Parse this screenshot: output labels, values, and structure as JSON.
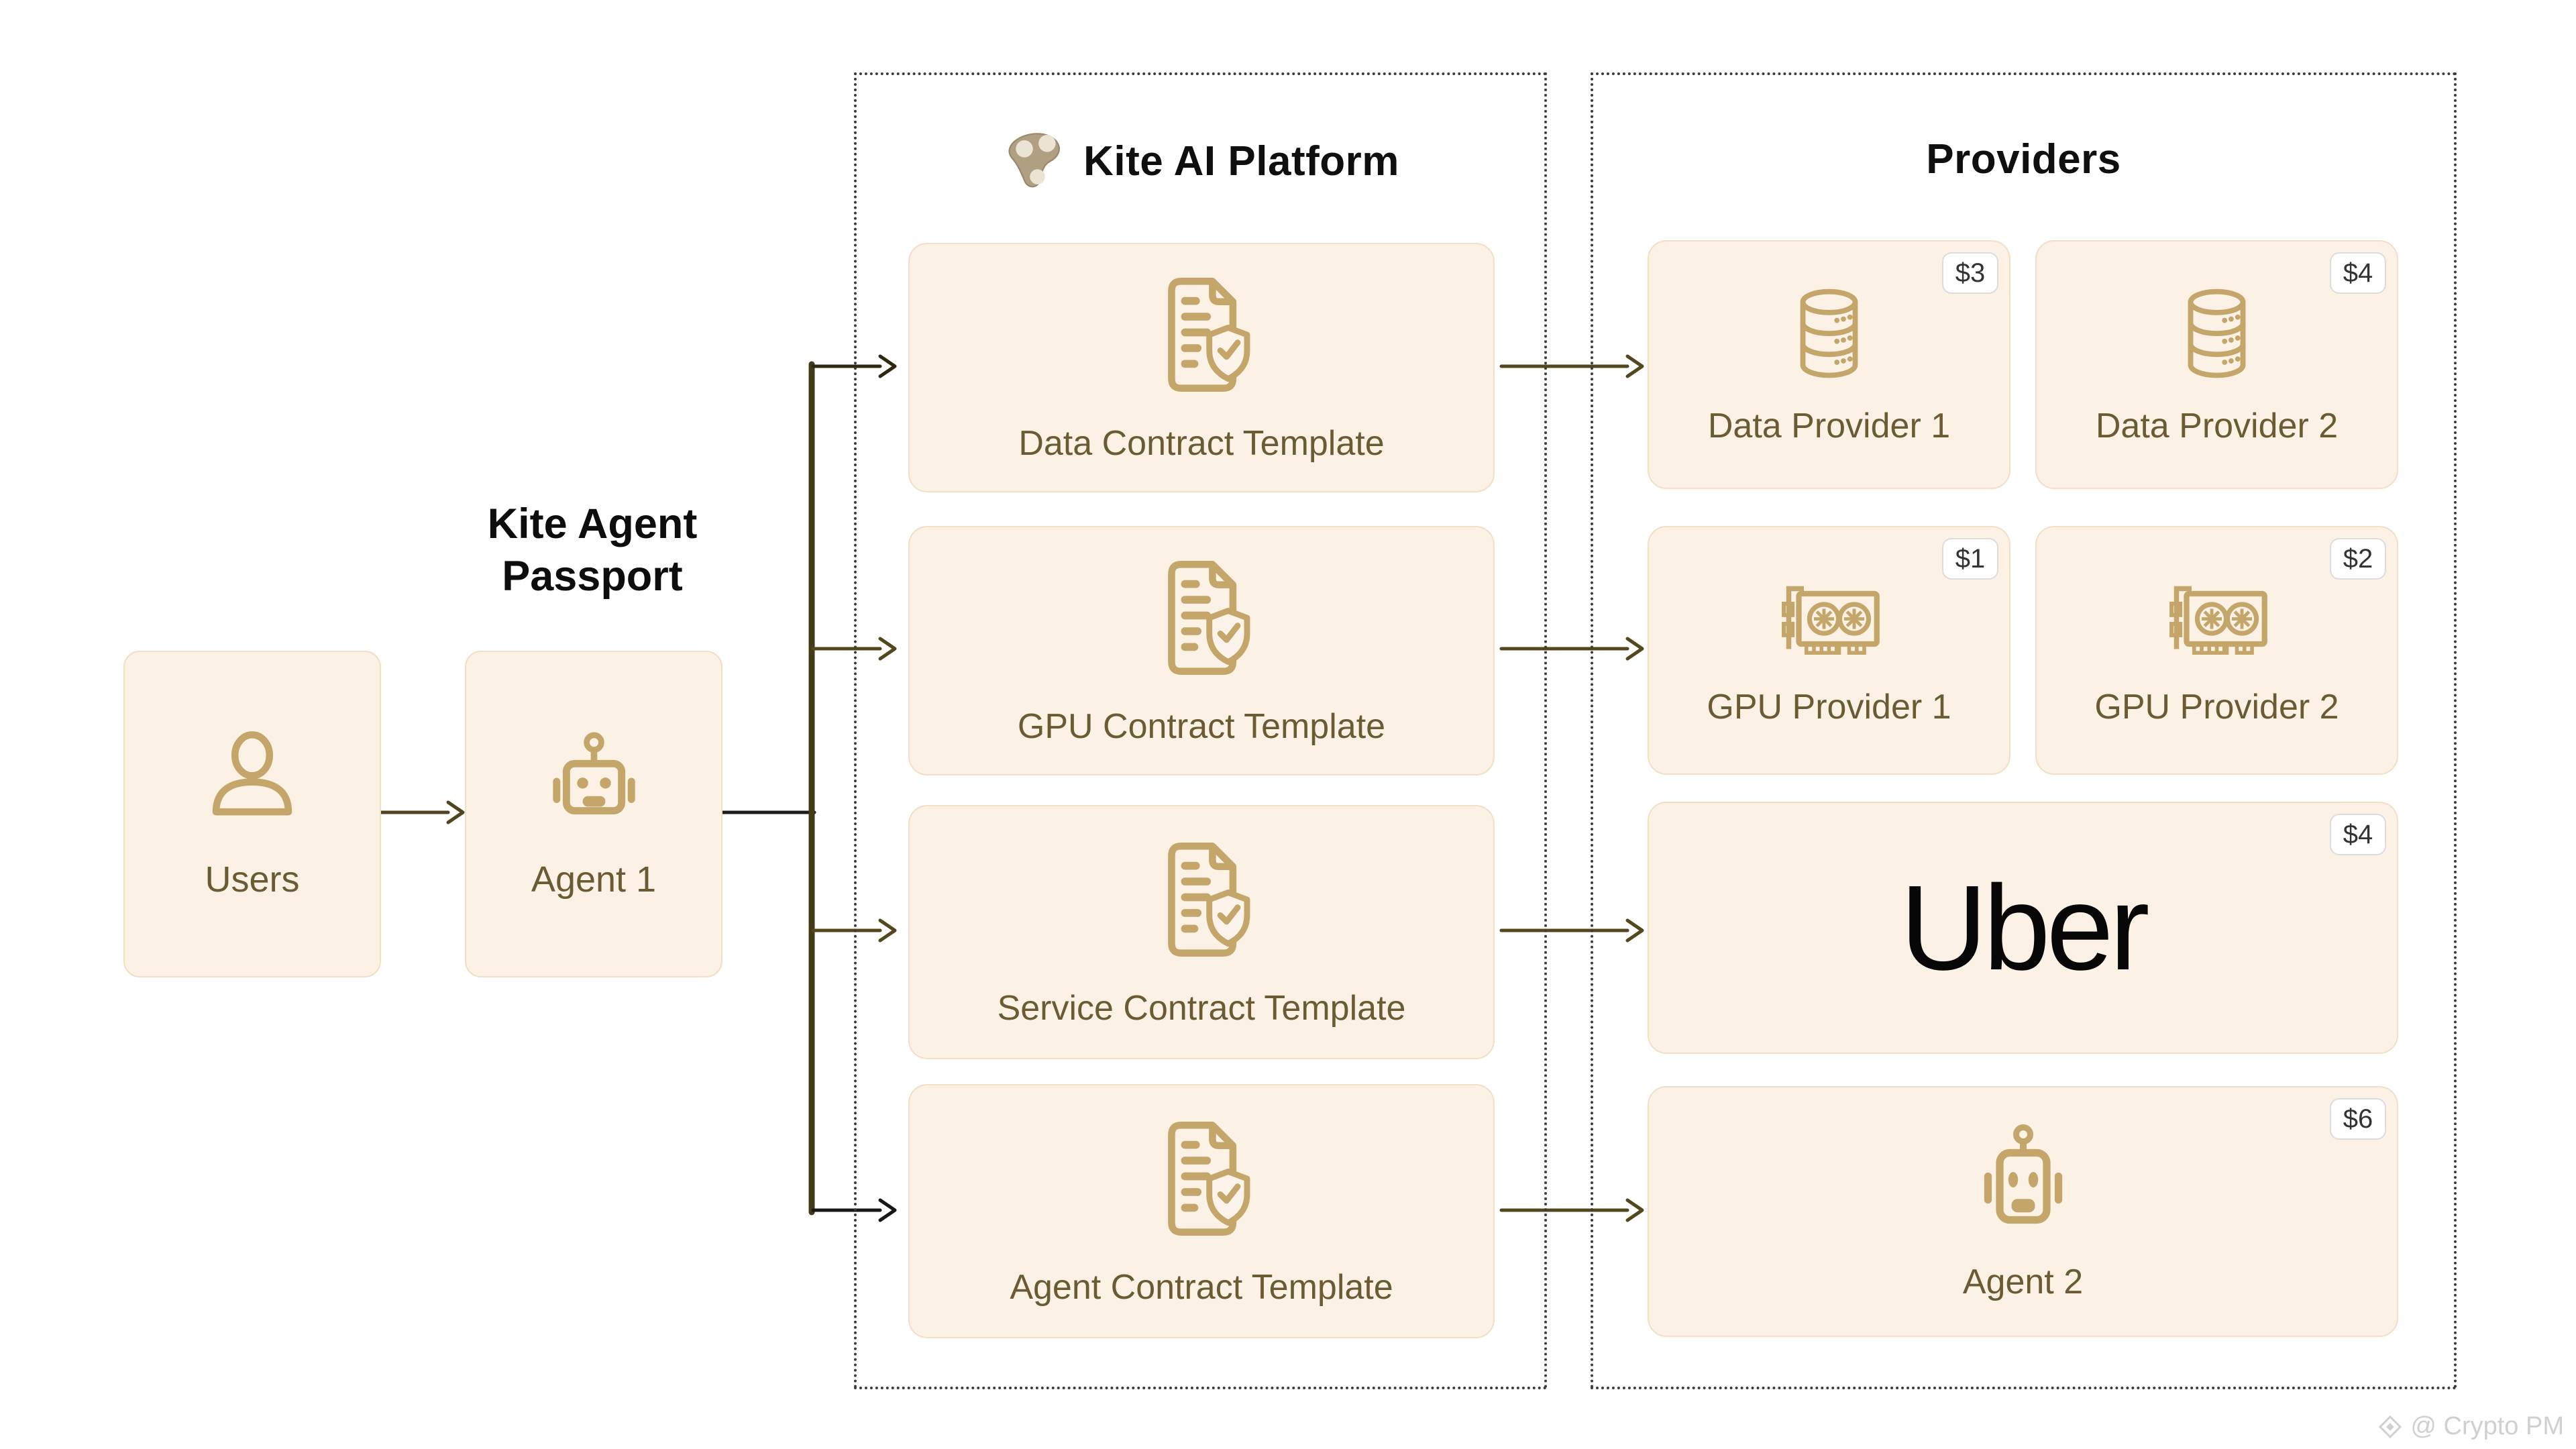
{
  "headings": {
    "passport_line1": "Kite Agent",
    "passport_line2": "Passport",
    "platform_title": "Kite AI Platform",
    "providers_title": "Providers"
  },
  "left": {
    "users_label": "Users",
    "agent_label": "Agent 1"
  },
  "platform": {
    "templates": [
      {
        "label": "Data Contract Template",
        "icon": "contract-document-shield-icon"
      },
      {
        "label": "GPU Contract Template",
        "icon": "contract-document-shield-icon"
      },
      {
        "label": "Service Contract Template",
        "icon": "contract-document-shield-icon"
      },
      {
        "label": "Agent Contract Template",
        "icon": "contract-document-shield-icon"
      }
    ]
  },
  "providers": {
    "items": [
      {
        "label": "Data Provider 1",
        "price": "$3",
        "icon": "database-icon"
      },
      {
        "label": "Data Provider 2",
        "price": "$4",
        "icon": "database-icon"
      },
      {
        "label": "GPU Provider 1",
        "price": "$1",
        "icon": "gpu-card-icon"
      },
      {
        "label": "GPU Provider 2",
        "price": "$2",
        "icon": "gpu-card-icon"
      },
      {
        "label": "Uber",
        "price": "$4",
        "icon": "uber-wordmark"
      },
      {
        "label": "Agent 2",
        "price": "$6",
        "icon": "robot-icon"
      }
    ]
  },
  "watermark": {
    "text": "@ Crypto PM"
  },
  "colors": {
    "card_bg": "#FBF1E5",
    "card_border": "#F1DFC6",
    "icon_gold": "#C4A66A",
    "label_olive": "#6A5B33",
    "connector_olive": "#53471D",
    "connector_dark": "#1B1B1B",
    "badge_bg": "#FFFFFF",
    "watermark_gray": "#D0D0D0"
  }
}
